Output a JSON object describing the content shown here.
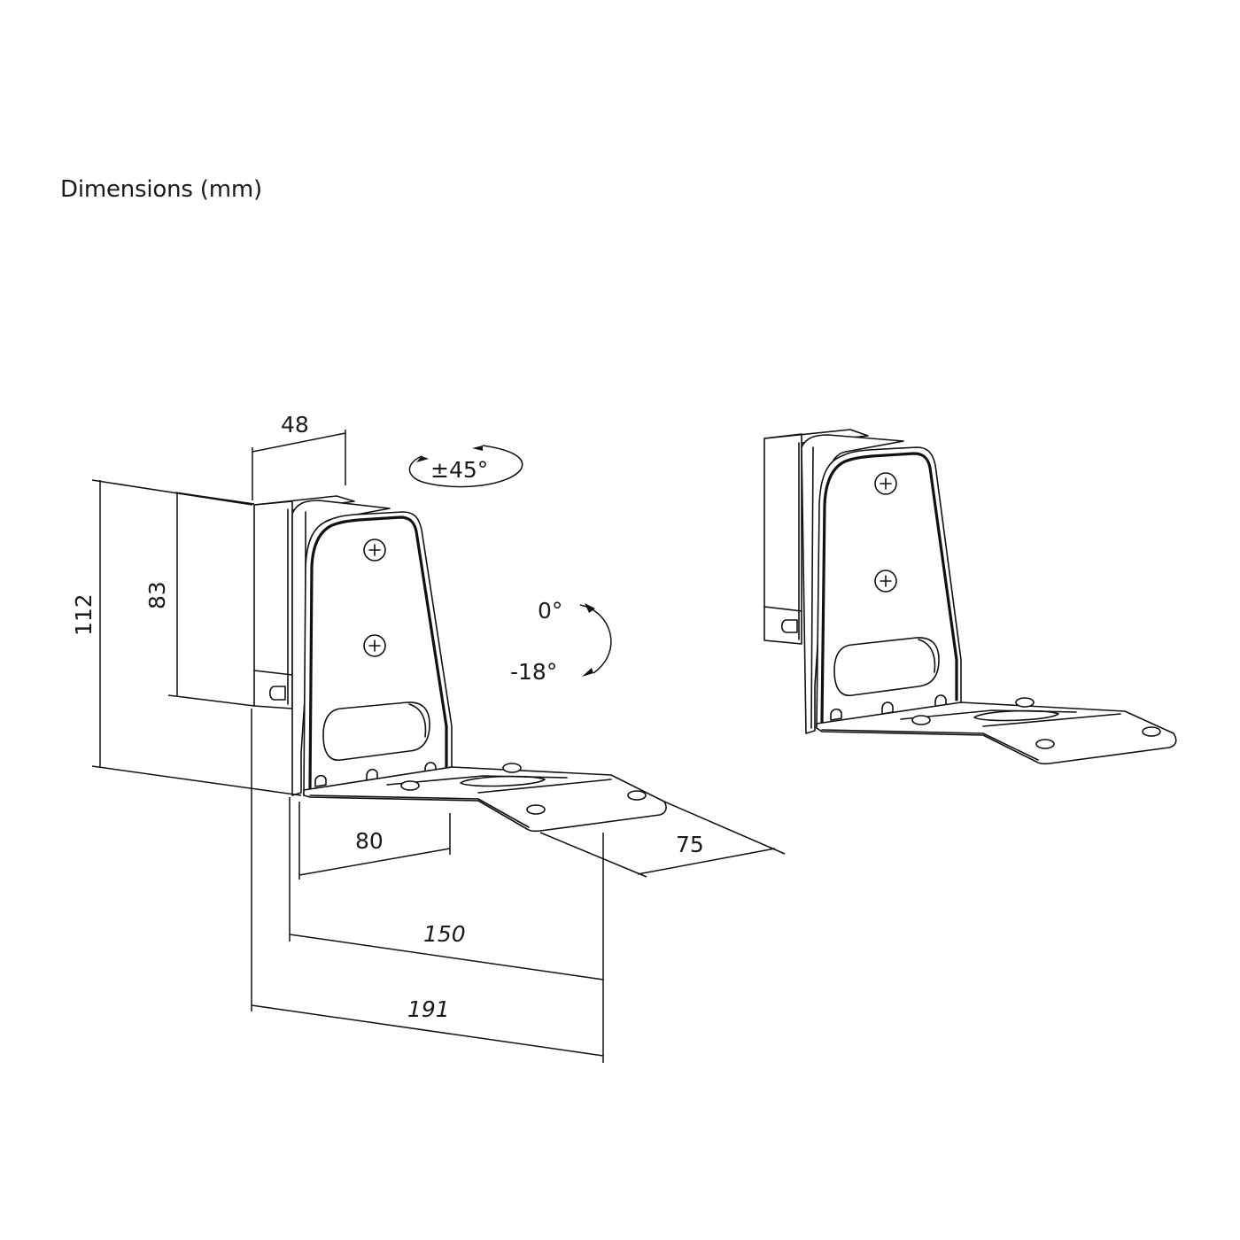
{
  "title": "Dimensions (mm)",
  "dimensions": {
    "top_width": "48",
    "total_height": "112",
    "plate_height": "83",
    "arm_offset": "80",
    "arm_depth": "75",
    "arm_length": "150",
    "total_length": "191"
  },
  "rotation": {
    "swivel": "±45°",
    "tilt_max": "0°",
    "tilt_min": "-18°"
  },
  "figures": [
    {
      "id": "bracket-dimensioned",
      "label": "Wall bracket with dimensions"
    },
    {
      "id": "bracket-perspective",
      "label": "Wall bracket perspective view"
    }
  ],
  "colors": {
    "line": "#111111",
    "background": "#ffffff"
  }
}
